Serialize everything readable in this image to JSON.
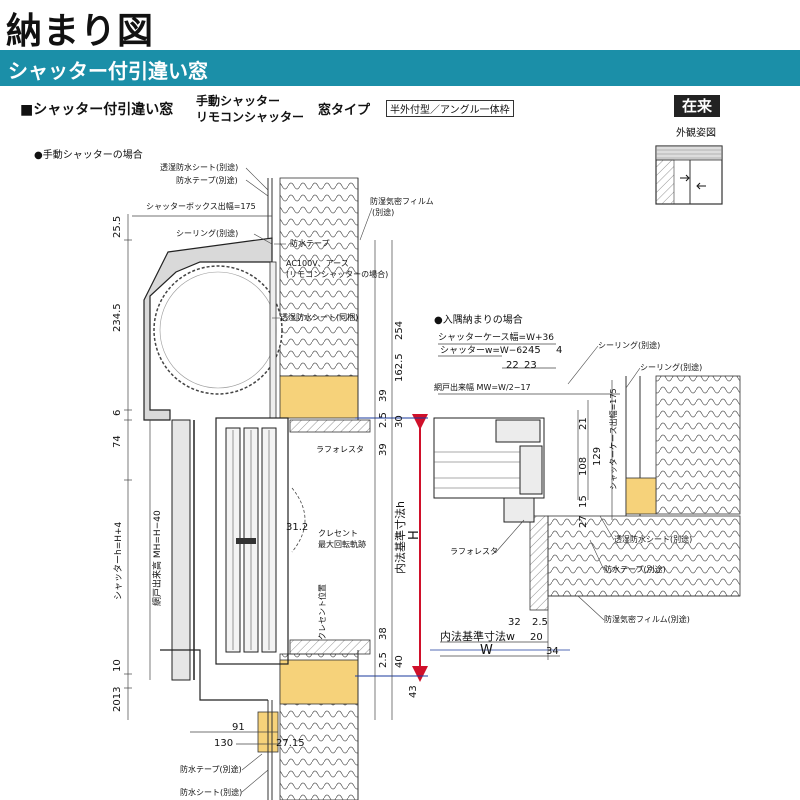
{
  "header": {
    "title": "納まり図",
    "banner": "シャッター付引違い窓",
    "subtitle": "■シャッター付引違い窓",
    "shutter_type_1": "手動シャッター",
    "shutter_type_2": "リモコンシャッター",
    "window_type": "窓タイプ",
    "frame_type": "半外付型／アングル一体枠",
    "badge": "在来",
    "badge_caption": "外観姿図"
  },
  "left_diagram": {
    "caption": "●手動シャッターの場合",
    "notes": {
      "waterproof_sheet_sep": "透湿防水シート(別途)",
      "waterproof_tape_sep": "防水テープ(別途)",
      "shutter_box": "シャッターボックス出幅=175",
      "sealing": "シーリング(別途)",
      "waterproof_tape": "防水テープ",
      "ac100v_1": "AC100V、アース",
      "ac100v_2": "(リモコンシャッターの場合)",
      "waterproof_sheet_same": "透湿防水シート(同梱)",
      "vapor_film_1": "防湿気密フィルム",
      "vapor_film_2": "(別途)",
      "laforesta": "ラフォレスタ",
      "crescent_1": "クレセント",
      "crescent_2": "最大回転軌跡",
      "crescent_pos": "クレセント位置",
      "inner_std": "内法基準寸法h",
      "shutter_h": "シャッターh=H+4",
      "sash_h": "網戸出来高 MH=H−40",
      "tape_bottom": "防水テープ(別途)",
      "sheet_bottom": "防水シート(別途)"
    },
    "dims": {
      "d25_5": "25.5",
      "d234_5": "234.5",
      "d6": "6",
      "d74": "74",
      "d10": "10",
      "d2013": "2013",
      "d254": "254",
      "d162_5": "162.5",
      "d39a": "39",
      "d2_5a": "2.5",
      "d30": "30",
      "d39b": "39",
      "d31_2": "31.2",
      "d38": "38",
      "d2_5b": "2.5",
      "d40": "40",
      "d43": "43",
      "d91": "91",
      "d130": "130",
      "d27_15": "27.15",
      "H": "H"
    }
  },
  "right_diagram": {
    "caption": "●入隅納まりの場合",
    "notes": {
      "case_width": "シャッターケース幅=W+36",
      "shutter_w": "シャッターw=W−62",
      "sealing_1": "シーリング(別途)",
      "sealing_2": "シーリング(別途)",
      "screen_mw": "網戸出来幅 MW=W/2−17",
      "case_depth": "シャッターケース出幅=175",
      "laforesta": "ラフォレスタ",
      "sheet": "透湿防水シート(別途)",
      "tape": "防水テープ(別途)",
      "vapor": "防湿気密フィルム(別途)",
      "inner_std": "内法基準寸法w",
      "W": "W"
    },
    "dims": {
      "d45": "45",
      "d4": "4",
      "d22": "22",
      "d23": "23",
      "d21": "21",
      "d108": "108",
      "d129": "129",
      "d15": "15",
      "d27": "27",
      "d32": "32",
      "d2_5": "2.5",
      "d20": "20",
      "d34": "34"
    }
  }
}
